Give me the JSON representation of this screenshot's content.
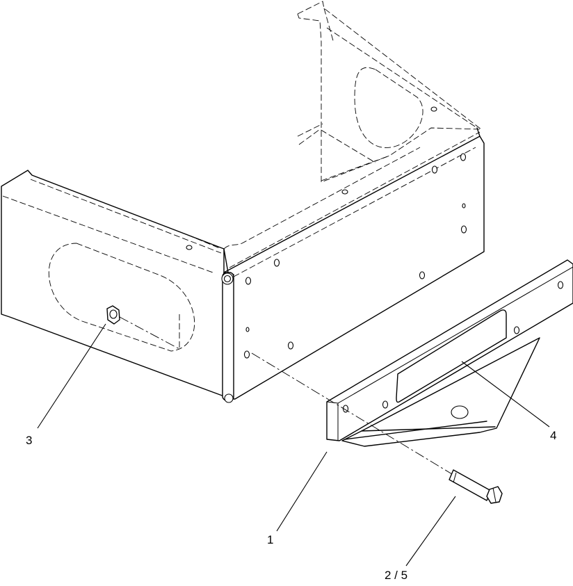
{
  "diagram": {
    "callouts": [
      {
        "id": "callout-3",
        "text": "3"
      },
      {
        "id": "callout-4",
        "text": "4"
      },
      {
        "id": "callout-1",
        "text": "1"
      },
      {
        "id": "callout-2-5",
        "text": "2 / 5"
      }
    ]
  }
}
